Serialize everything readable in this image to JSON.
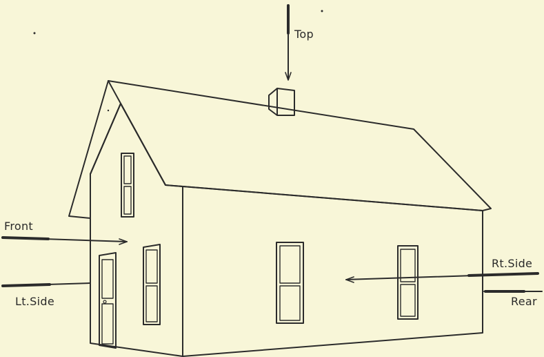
{
  "labels": {
    "top": "Top",
    "front": "Front",
    "lt_side": "Lt.Side",
    "rt_side": "Rt.Side",
    "rear": "Rear"
  },
  "colors": {
    "background": "#f8f6d8",
    "line": "#2b2b2b"
  }
}
